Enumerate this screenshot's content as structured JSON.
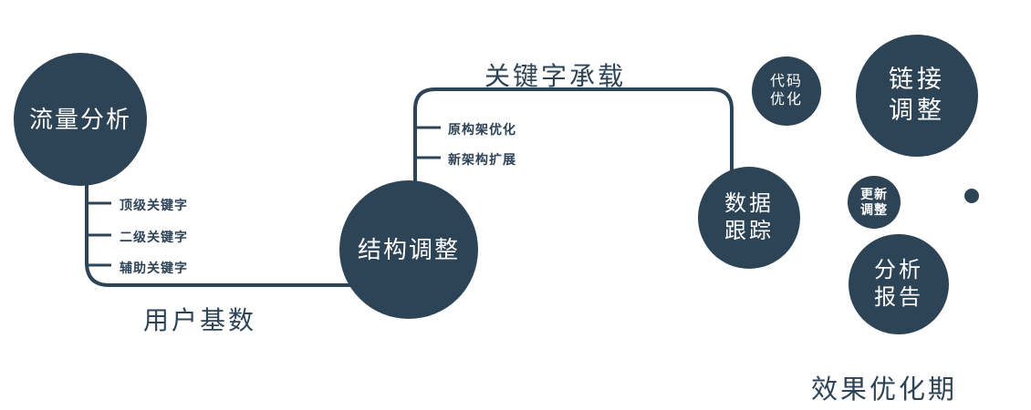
{
  "colors": {
    "primary": "#2d4356",
    "node_text": "#ffffff",
    "background": "#ffffff"
  },
  "nodes": {
    "traffic": {
      "label": "流量分析"
    },
    "structure": {
      "label": "结构调整"
    },
    "tracking": {
      "lines": [
        "数据",
        "跟踪"
      ]
    },
    "code": {
      "lines": [
        "代码",
        "优化"
      ]
    },
    "link": {
      "lines": [
        "链接",
        "调整"
      ]
    },
    "update": {
      "lines": [
        "更新",
        "调整"
      ]
    },
    "report": {
      "lines": [
        "分析",
        "报告"
      ]
    }
  },
  "edge_labels": {
    "user_base": "用户基数",
    "keyword_carry": "关键字承载"
  },
  "branch_labels": {
    "traffic": [
      "顶级关键字",
      "二级关键字",
      "辅助关键字"
    ],
    "structure": [
      "原构架优化",
      "新架构扩展"
    ]
  },
  "caption": "效果优化期"
}
